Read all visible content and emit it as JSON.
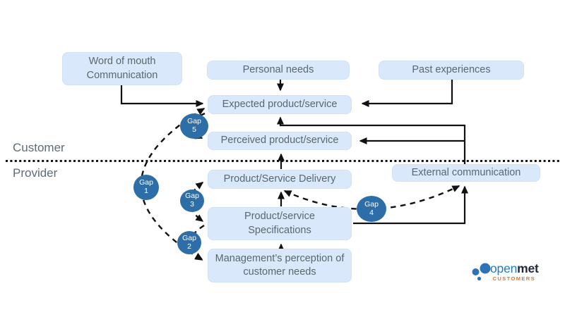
{
  "diagram": {
    "section_labels": {
      "customer": "Customer",
      "provider": "Provider"
    },
    "boxes": {
      "word_of_mouth": {
        "label": "Word of mouth Communication"
      },
      "personal_needs": {
        "label": "Personal needs"
      },
      "past_experiences": {
        "label": "Past experiences"
      },
      "expected": {
        "label": "Expected product/service"
      },
      "perceived": {
        "label": "Perceived product/service"
      },
      "delivery": {
        "label": "Product/Service Delivery"
      },
      "specifications": {
        "label": "Product/service Specifications"
      },
      "management": {
        "label": "Management’s perception of customer needs"
      },
      "external": {
        "label": "External communication"
      }
    },
    "gaps": [
      {
        "label": "Gap",
        "number": "1"
      },
      {
        "label": "Gap",
        "number": "2"
      },
      {
        "label": "Gap",
        "number": "3"
      },
      {
        "label": "Gap",
        "number": "4"
      },
      {
        "label": "Gap",
        "number": "5"
      }
    ],
    "colors": {
      "box_fill": "#d9e8fa",
      "box_text": "#5b6770",
      "gap_fill": "#2d6da8",
      "gap_text": "#ffffff",
      "line": "#111111"
    }
  },
  "logo": {
    "brand_open": "open",
    "brand_met": "met",
    "tagline": "CUSTOMERS",
    "colors": {
      "blue": "#2778bc",
      "dark": "#1f2937",
      "orange": "#d07a33"
    }
  }
}
